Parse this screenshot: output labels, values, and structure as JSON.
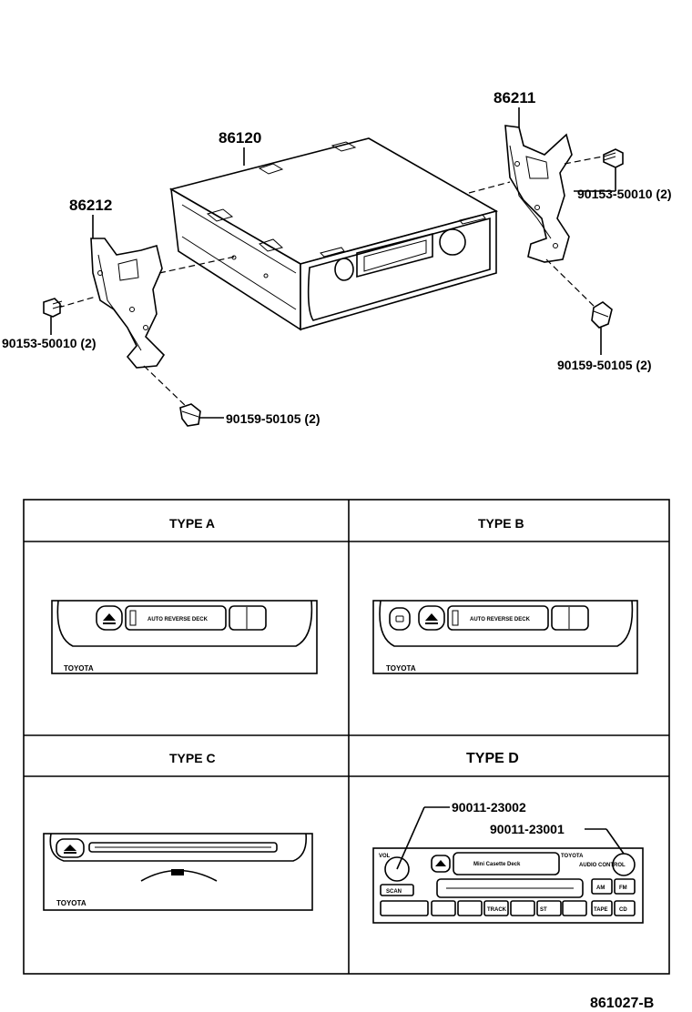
{
  "parts": {
    "unit": "86120",
    "bracket_right": "86211",
    "bracket_left": "86212",
    "screw_right": "90153-50010 (2)",
    "screw_left": "90153-50010 (2)",
    "bolt_right": "90159-50105 (2)",
    "bolt_left": "90159-50105 (2)"
  },
  "types": {
    "a": {
      "label": "TYPE A",
      "deck_text": "AUTO REVERSE DECK",
      "brand": "TOYOTA"
    },
    "b": {
      "label": "TYPE B",
      "deck_text": "AUTO REVERSE DECK",
      "brand": "TOYOTA"
    },
    "c": {
      "label": "TYPE C",
      "brand": "TOYOTA"
    },
    "d": {
      "label": "TYPE D",
      "knob_left_part": "90011-23002",
      "knob_right_part": "90011-23001",
      "deck_text": "Mini Casette Deck",
      "brand": "TOYOTA",
      "knob_left_caption": "VOL",
      "knob_right_caption": "AUDIO CONTROL",
      "buttons": [
        "AM",
        "FM",
        "TAPE",
        "CD",
        "SCAN",
        "ST",
        "TRACK"
      ]
    }
  },
  "figure_code": "861027-B",
  "icons": [
    "eject-icon",
    "screw-icon",
    "bolt-icon",
    "knob-icon"
  ]
}
